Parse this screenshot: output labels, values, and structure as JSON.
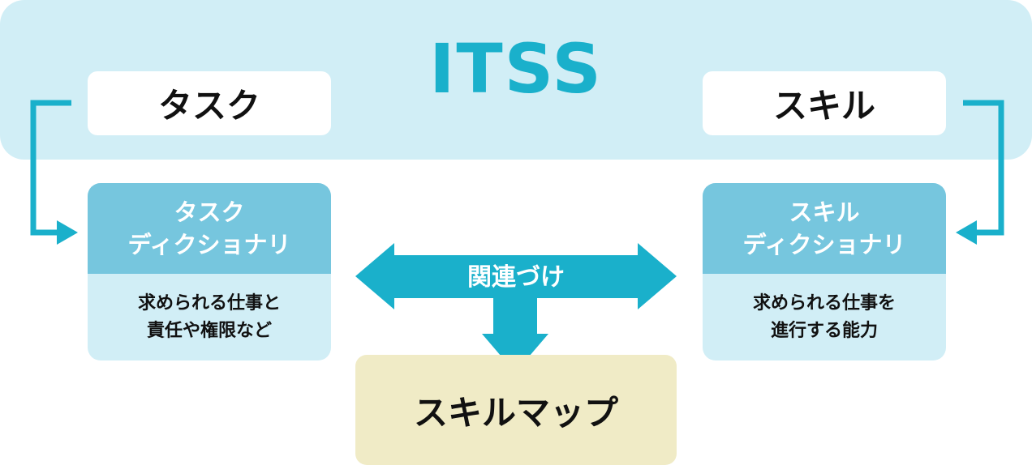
{
  "title": "ITSS",
  "task_label": "タスク",
  "skill_label": "スキル",
  "task_dictionary": {
    "header": "タスク\nディクショナリ",
    "body": "求められる仕事と\n責任や権限など"
  },
  "skill_dictionary": {
    "header": "スキル\nディクショナリ",
    "body": "求められる仕事を\n進行する能力"
  },
  "relation_label": "関連づけ",
  "skill_map_label": "スキルマップ",
  "colors": {
    "accent": "#1ab0cb",
    "band": "#d1eef6",
    "dict_header": "#76c6de",
    "map": "#f0ebc6"
  }
}
